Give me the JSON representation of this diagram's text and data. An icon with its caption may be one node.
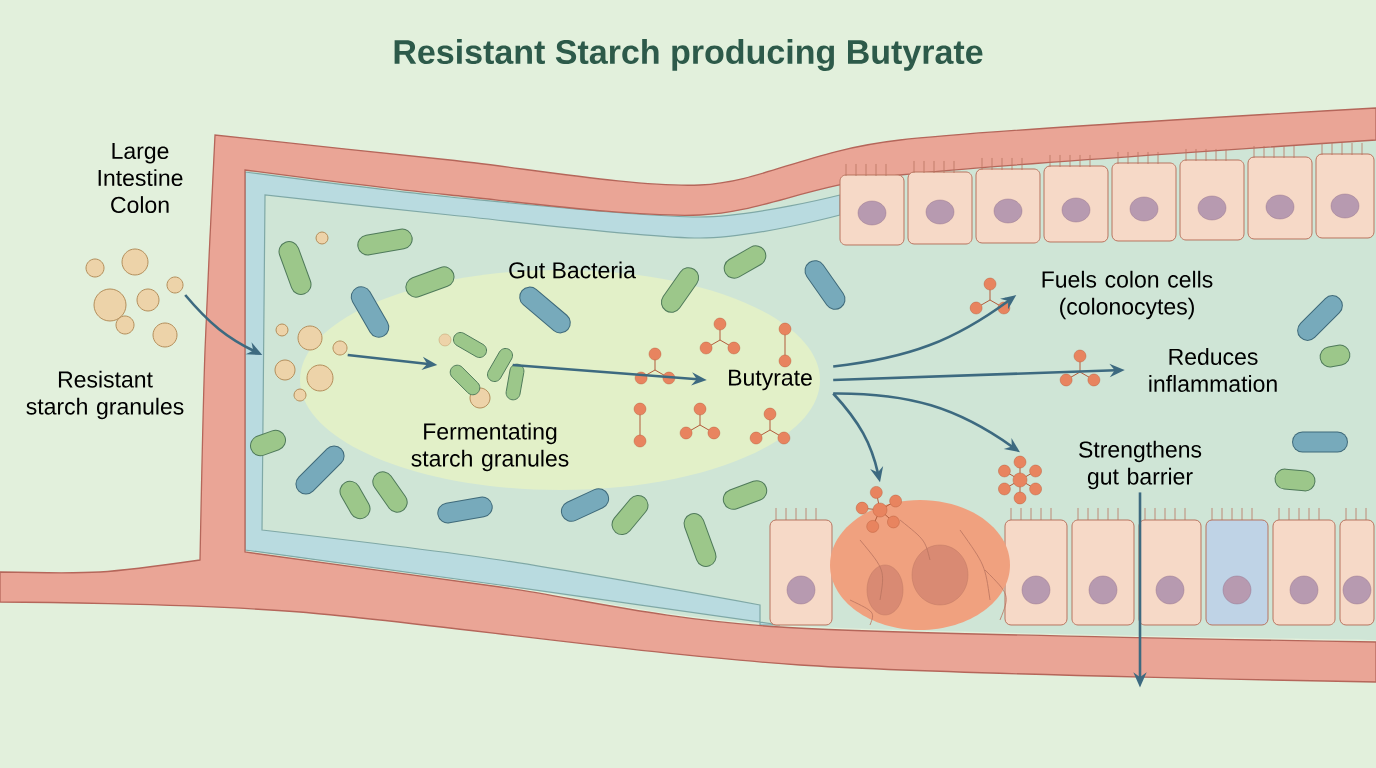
{
  "diagram": {
    "title": "Resistant Starch producing Butyrate",
    "nodes": [
      {
        "text": [],
        "shape": "picture",
        "beside": [
          "Resistant starch granules"
        ]
      },
      {
        "text": [],
        "shape": "picture"
      },
      {
        "text": [],
        "shape": "picture",
        "beside": [
          "Fermentating starch granules"
        ]
      },
      {
        "text": [
          "Butyrate"
        ]
      },
      {
        "text": [
          "Fuels colon cells (colonocytes)"
        ]
      },
      {
        "text": [
          "Reduces inflammation"
        ]
      },
      {
        "text": [
          "Strengthens gut barrier"
        ]
      },
      {
        "text": [],
        "shape": "picture"
      },
      {
        "text": [],
        "shape": "picture"
      }
    ],
    "edges": [
      {
        "from": 0,
        "to": 1,
        "arrow": "to"
      },
      {
        "from": 1,
        "to": 2,
        "arrow": "to"
      },
      {
        "from": 2,
        "to": 3,
        "arrow": "to"
      },
      {
        "from": 3,
        "to": 4,
        "arrow": "to"
      },
      {
        "from": 3,
        "to": 5,
        "arrow": "to"
      },
      {
        "from": 3,
        "to": 7,
        "arrow": "to"
      },
      {
        "from": 3,
        "to": 8,
        "arrow": "to"
      },
      {
        "from": 6,
        "to": null,
        "arrow": "to"
      }
    ],
    "labels": [
      "Large Intestine Colon",
      "Gut Bacteria"
    ]
  }
}
